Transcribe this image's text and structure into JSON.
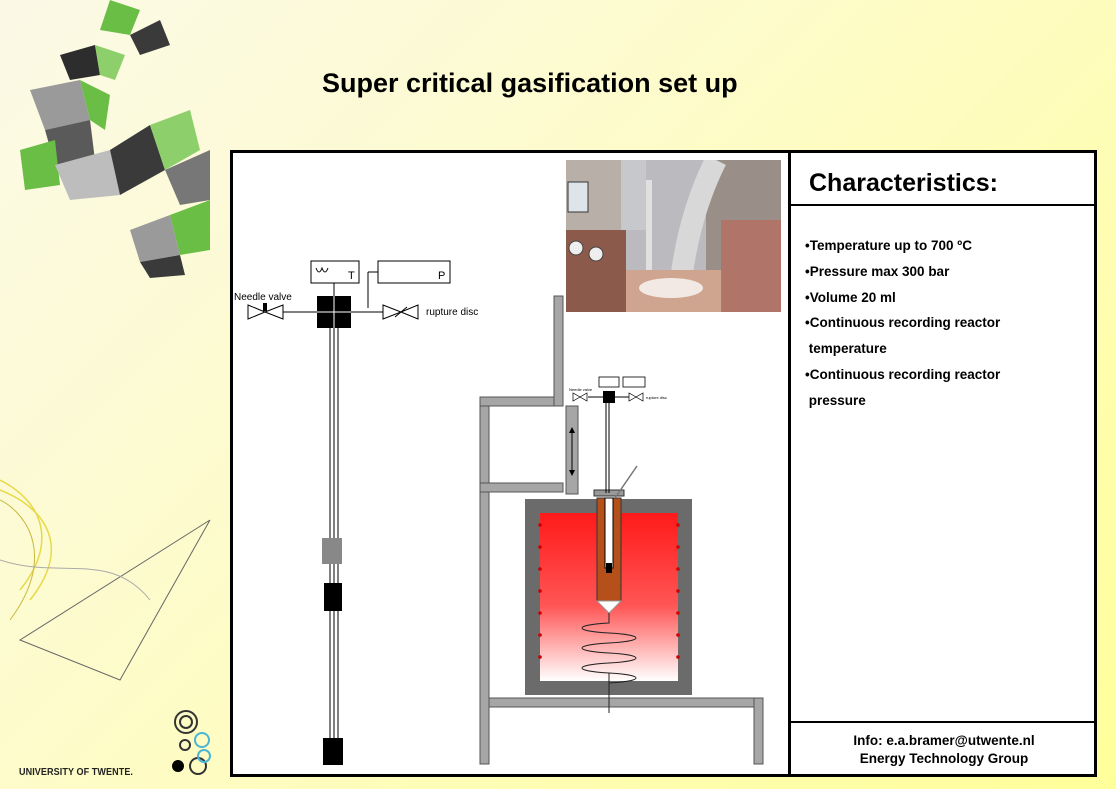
{
  "title": "Super critical gasification set up",
  "characteristics": {
    "header": "Characteristics:",
    "items": [
      "•Temperature up to 700 ºC",
      "•Pressure max 300 bar",
      "•Volume 20 ml",
      "•Continuous recording reactor",
      " temperature",
      "•Continuous recording reactor",
      " pressure"
    ]
  },
  "info": {
    "line1": "Info: e.a.bramer@utwente.nl",
    "line2": "Energy Technology Group"
  },
  "diagram": {
    "labels": {
      "needle_valve": "Needle valve",
      "rupture_disc": "rupture disc",
      "temperature": "T",
      "pressure": "P",
      "small_needle_valve": "Needle valve",
      "small_rupture_disc": "rupture disc"
    }
  },
  "logo": {
    "text": "UNIVERSITY OF TWENTE."
  },
  "colors": {
    "background": "#fdfbcf",
    "frame": "#000000",
    "furnace": "#ff2020",
    "rack": "#a6a6a6",
    "reactor": "#b5501a"
  }
}
